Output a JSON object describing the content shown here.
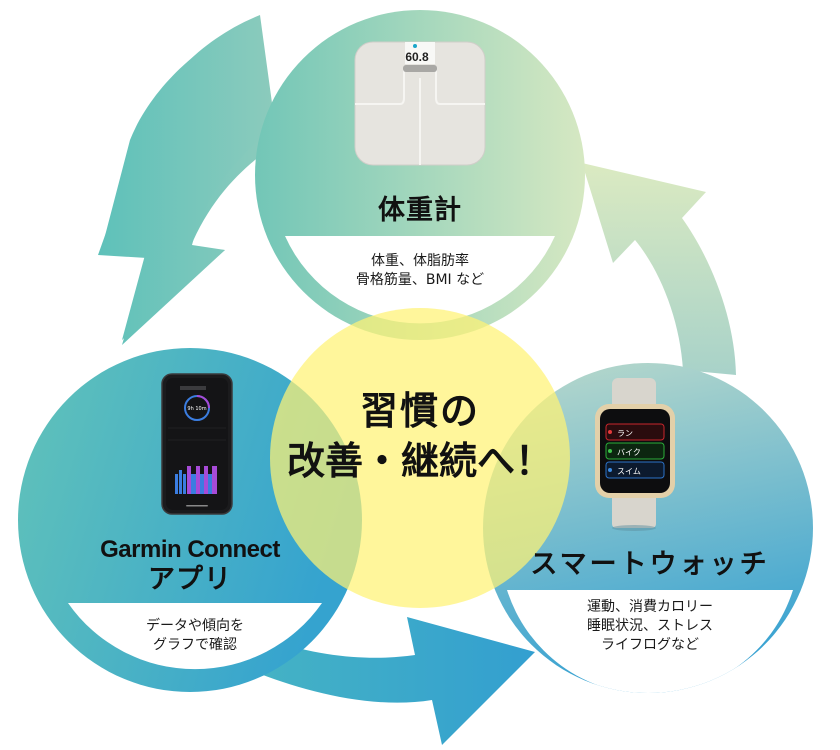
{
  "diagram": {
    "type": "cycle",
    "center": {
      "line1": "習慣の",
      "line2": "改善・継続へ！",
      "color": "#fff59a"
    },
    "nodes": [
      {
        "id": "scale",
        "title": "体重計",
        "desc_line1": "体重、体脂肪率",
        "desc_line2": "骨格筋量、BMI など",
        "icon": "bathroom-scale",
        "scale_display": "60.8",
        "colors": [
          "#7cc9b9",
          "#d3e6c0"
        ]
      },
      {
        "id": "app",
        "title_line1": "Garmin Connect",
        "title_line2": "アプリ",
        "desc_line1": "データや傾向を",
        "desc_line2": "グラフで確認",
        "icon": "smartphone-app",
        "phone_ring_text": "9h 10m",
        "colors": [
          "#5fc1bb",
          "#3aa6cc"
        ]
      },
      {
        "id": "watch",
        "title": "スマートウォッチ",
        "desc_line1": "運動、消費カロリー",
        "desc_line2": "睡眠状況、ストレス",
        "desc_line3": "ライフログなど",
        "icon": "smartwatch",
        "watch_menu": [
          "ラン",
          "バイク",
          "スイム"
        ],
        "colors": [
          "#9fcdc6",
          "#3b9fd0"
        ]
      }
    ],
    "arrows": [
      {
        "from": "scale",
        "to": "app",
        "color": "#62c1bb"
      },
      {
        "from": "app",
        "to": "watch",
        "color": "#36a2cf"
      },
      {
        "from": "watch",
        "to": "scale",
        "color": "#d8eac2"
      }
    ]
  }
}
